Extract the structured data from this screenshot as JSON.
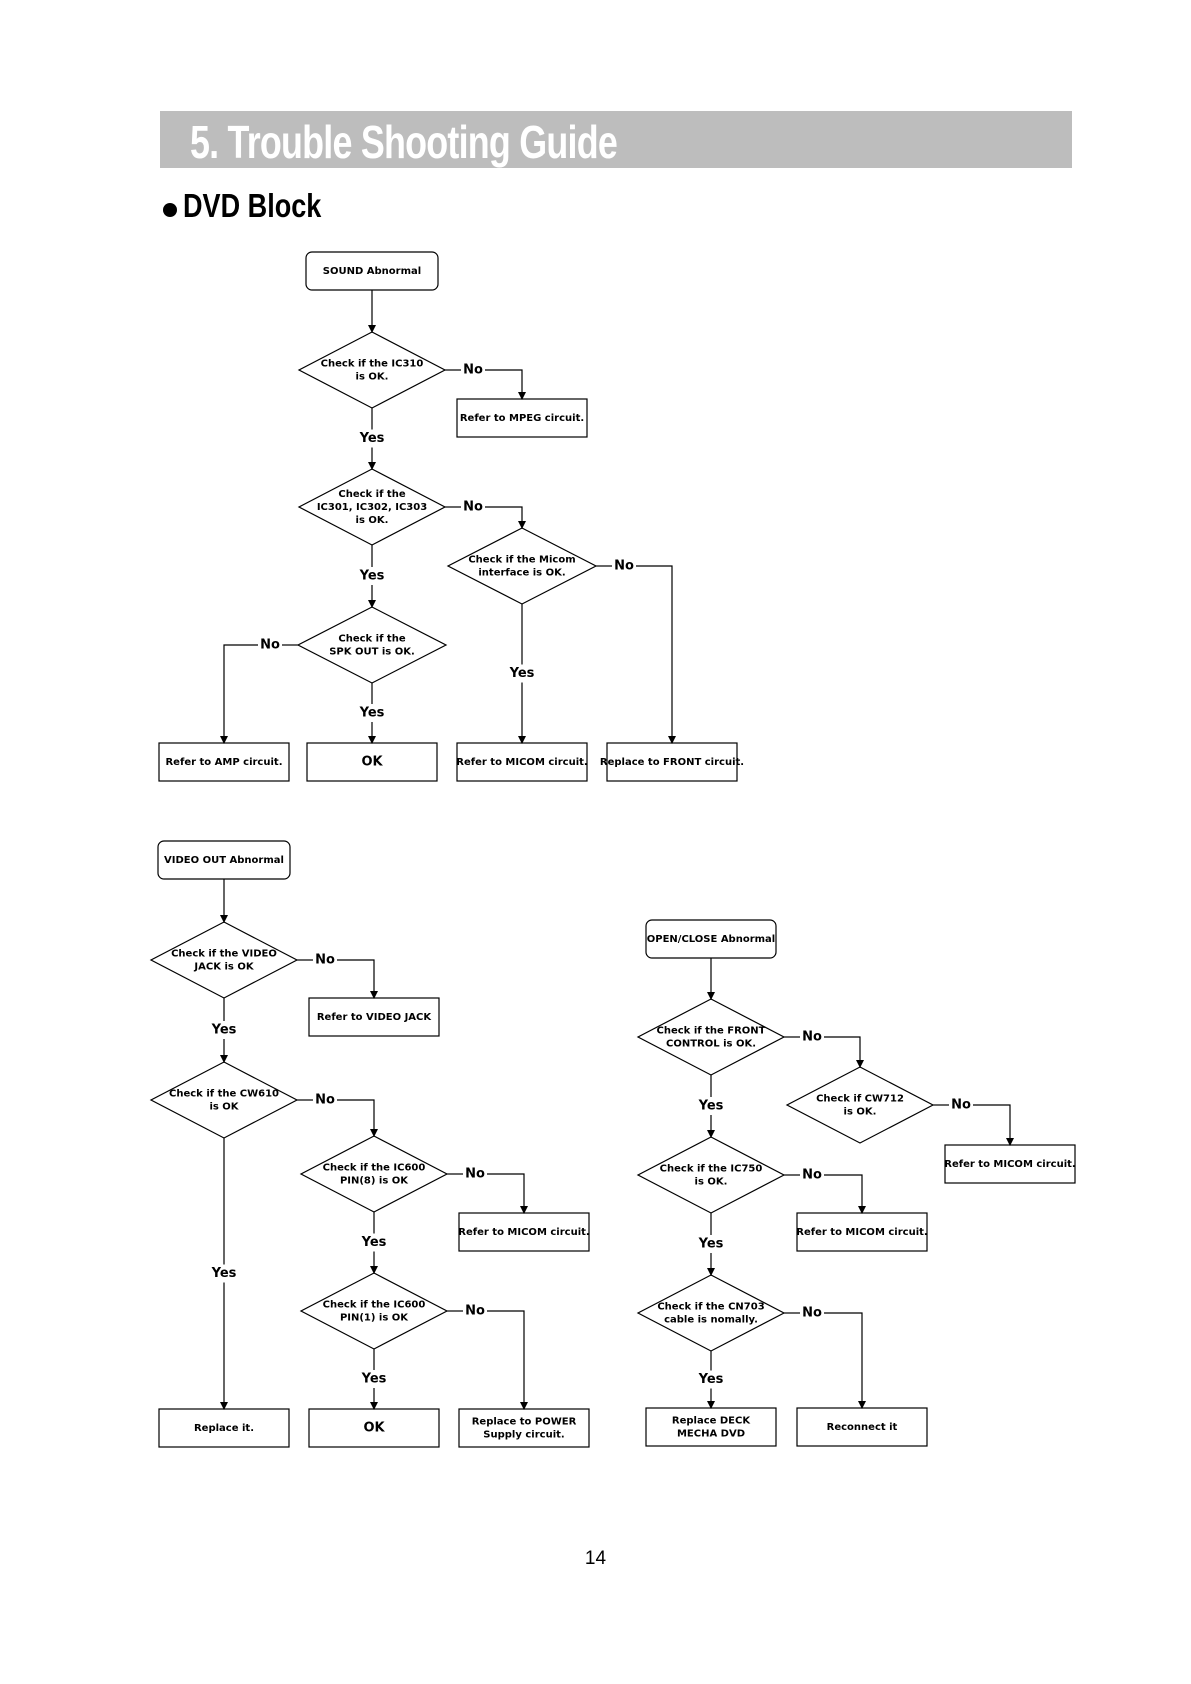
{
  "header": {
    "title": "5. Trouble Shooting Guide"
  },
  "section": {
    "title": "DVD Block"
  },
  "page_number": "14",
  "labels": {
    "yes": "Yes",
    "no": "No"
  },
  "flowcharts": [
    {
      "id": "sound",
      "nodes": [
        {
          "id": "s_start",
          "type": "terminal",
          "lines": [
            "SOUND Abnormal"
          ]
        },
        {
          "id": "s_d1",
          "type": "decision",
          "lines": [
            "Check if the IC310",
            "is OK."
          ]
        },
        {
          "id": "s_mpeg",
          "type": "process",
          "lines": [
            "Refer to MPEG circuit."
          ]
        },
        {
          "id": "s_d2",
          "type": "decision",
          "lines": [
            "Check if the",
            "IC301, IC302, IC303",
            "is OK."
          ]
        },
        {
          "id": "s_d3",
          "type": "decision",
          "lines": [
            "Check if the Micom",
            "interface is OK."
          ]
        },
        {
          "id": "s_d4",
          "type": "decision",
          "lines": [
            "Check if the",
            "SPK OUT is OK."
          ]
        },
        {
          "id": "s_amp",
          "type": "process",
          "lines": [
            "Refer to AMP  circuit."
          ]
        },
        {
          "id": "s_ok",
          "type": "process",
          "lines": [
            "OK"
          ]
        },
        {
          "id": "s_micom",
          "type": "process",
          "lines": [
            "Refer to MICOM  circuit."
          ]
        },
        {
          "id": "s_front",
          "type": "process",
          "lines": [
            "Replace to FRONT circuit."
          ]
        }
      ],
      "edges": [
        {
          "from": "s_start",
          "to": "s_d1"
        },
        {
          "from": "s_d1",
          "to": "s_mpeg",
          "label": "No"
        },
        {
          "from": "s_d1",
          "to": "s_d2",
          "label": "Yes"
        },
        {
          "from": "s_d2",
          "to": "s_d3",
          "label": "No"
        },
        {
          "from": "s_d2",
          "to": "s_d4",
          "label": "Yes"
        },
        {
          "from": "s_d3",
          "to": "s_micom",
          "label": "Yes"
        },
        {
          "from": "s_d3",
          "to": "s_front",
          "label": "No"
        },
        {
          "from": "s_d4",
          "to": "s_amp",
          "label": "No"
        },
        {
          "from": "s_d4",
          "to": "s_ok",
          "label": "Yes"
        }
      ]
    },
    {
      "id": "video",
      "nodes": [
        {
          "id": "v_start",
          "type": "terminal",
          "lines": [
            "VIDEO OUT Abnormal"
          ]
        },
        {
          "id": "v_d1",
          "type": "decision",
          "lines": [
            "Check if the VIDEO",
            "JACK is OK"
          ]
        },
        {
          "id": "v_jack",
          "type": "process",
          "lines": [
            "Refer to VIDEO JACK"
          ]
        },
        {
          "id": "v_d2",
          "type": "decision",
          "lines": [
            "Check if the CW610",
            "is OK"
          ]
        },
        {
          "id": "v_d3",
          "type": "decision",
          "lines": [
            "Check if the IC600",
            "PIN(8) is OK"
          ]
        },
        {
          "id": "v_micom",
          "type": "process",
          "lines": [
            "Refer to MICOM circuit."
          ]
        },
        {
          "id": "v_d4",
          "type": "decision",
          "lines": [
            "Check if the IC600",
            "PIN(1) is OK"
          ]
        },
        {
          "id": "v_replace",
          "type": "process",
          "lines": [
            "Replace it."
          ]
        },
        {
          "id": "v_ok",
          "type": "process",
          "lines": [
            "OK"
          ]
        },
        {
          "id": "v_power",
          "type": "process",
          "lines": [
            "Replace to POWER",
            "Supply circuit."
          ]
        }
      ],
      "edges": [
        {
          "from": "v_start",
          "to": "v_d1"
        },
        {
          "from": "v_d1",
          "to": "v_jack",
          "label": "No"
        },
        {
          "from": "v_d1",
          "to": "v_d2",
          "label": "Yes"
        },
        {
          "from": "v_d2",
          "to": "v_d3",
          "label": "No"
        },
        {
          "from": "v_d2",
          "to": "v_replace",
          "label": "Yes"
        },
        {
          "from": "v_d3",
          "to": "v_micom",
          "label": "No"
        },
        {
          "from": "v_d3",
          "to": "v_d4",
          "label": "Yes"
        },
        {
          "from": "v_d4",
          "to": "v_power",
          "label": "No"
        },
        {
          "from": "v_d4",
          "to": "v_ok",
          "label": "Yes"
        }
      ]
    },
    {
      "id": "openclose",
      "nodes": [
        {
          "id": "o_start",
          "type": "terminal",
          "lines": [
            "OPEN/CLOSE Abnormal"
          ]
        },
        {
          "id": "o_d1",
          "type": "decision",
          "lines": [
            "Check if the FRONT",
            "CONTROL is OK."
          ]
        },
        {
          "id": "o_d2",
          "type": "decision",
          "lines": [
            "Check if CW712",
            "is OK."
          ]
        },
        {
          "id": "o_micom1",
          "type": "process",
          "lines": [
            "Refer to  MICOM circuit."
          ]
        },
        {
          "id": "o_d3",
          "type": "decision",
          "lines": [
            "Check if the IC750",
            "is OK."
          ]
        },
        {
          "id": "o_micom2",
          "type": "process",
          "lines": [
            "Refer to MICOM circuit."
          ]
        },
        {
          "id": "o_d4",
          "type": "decision",
          "lines": [
            "Check if the CN703",
            "cable is nomally."
          ]
        },
        {
          "id": "o_deck",
          "type": "process",
          "lines": [
            "Replace DECK",
            "MECHA DVD"
          ]
        },
        {
          "id": "o_reconnect",
          "type": "process",
          "lines": [
            "Reconnect it"
          ]
        }
      ],
      "edges": [
        {
          "from": "o_start",
          "to": "o_d1"
        },
        {
          "from": "o_d1",
          "to": "o_d2",
          "label": "No"
        },
        {
          "from": "o_d1",
          "to": "o_d3",
          "label": "Yes"
        },
        {
          "from": "o_d2",
          "to": "o_micom1",
          "label": "No"
        },
        {
          "from": "o_d3",
          "to": "o_micom2",
          "label": "No"
        },
        {
          "from": "o_d3",
          "to": "o_d4",
          "label": "Yes"
        },
        {
          "from": "o_d4",
          "to": "o_reconnect",
          "label": "No"
        },
        {
          "from": "o_d4",
          "to": "o_deck",
          "label": "Yes"
        }
      ]
    }
  ]
}
